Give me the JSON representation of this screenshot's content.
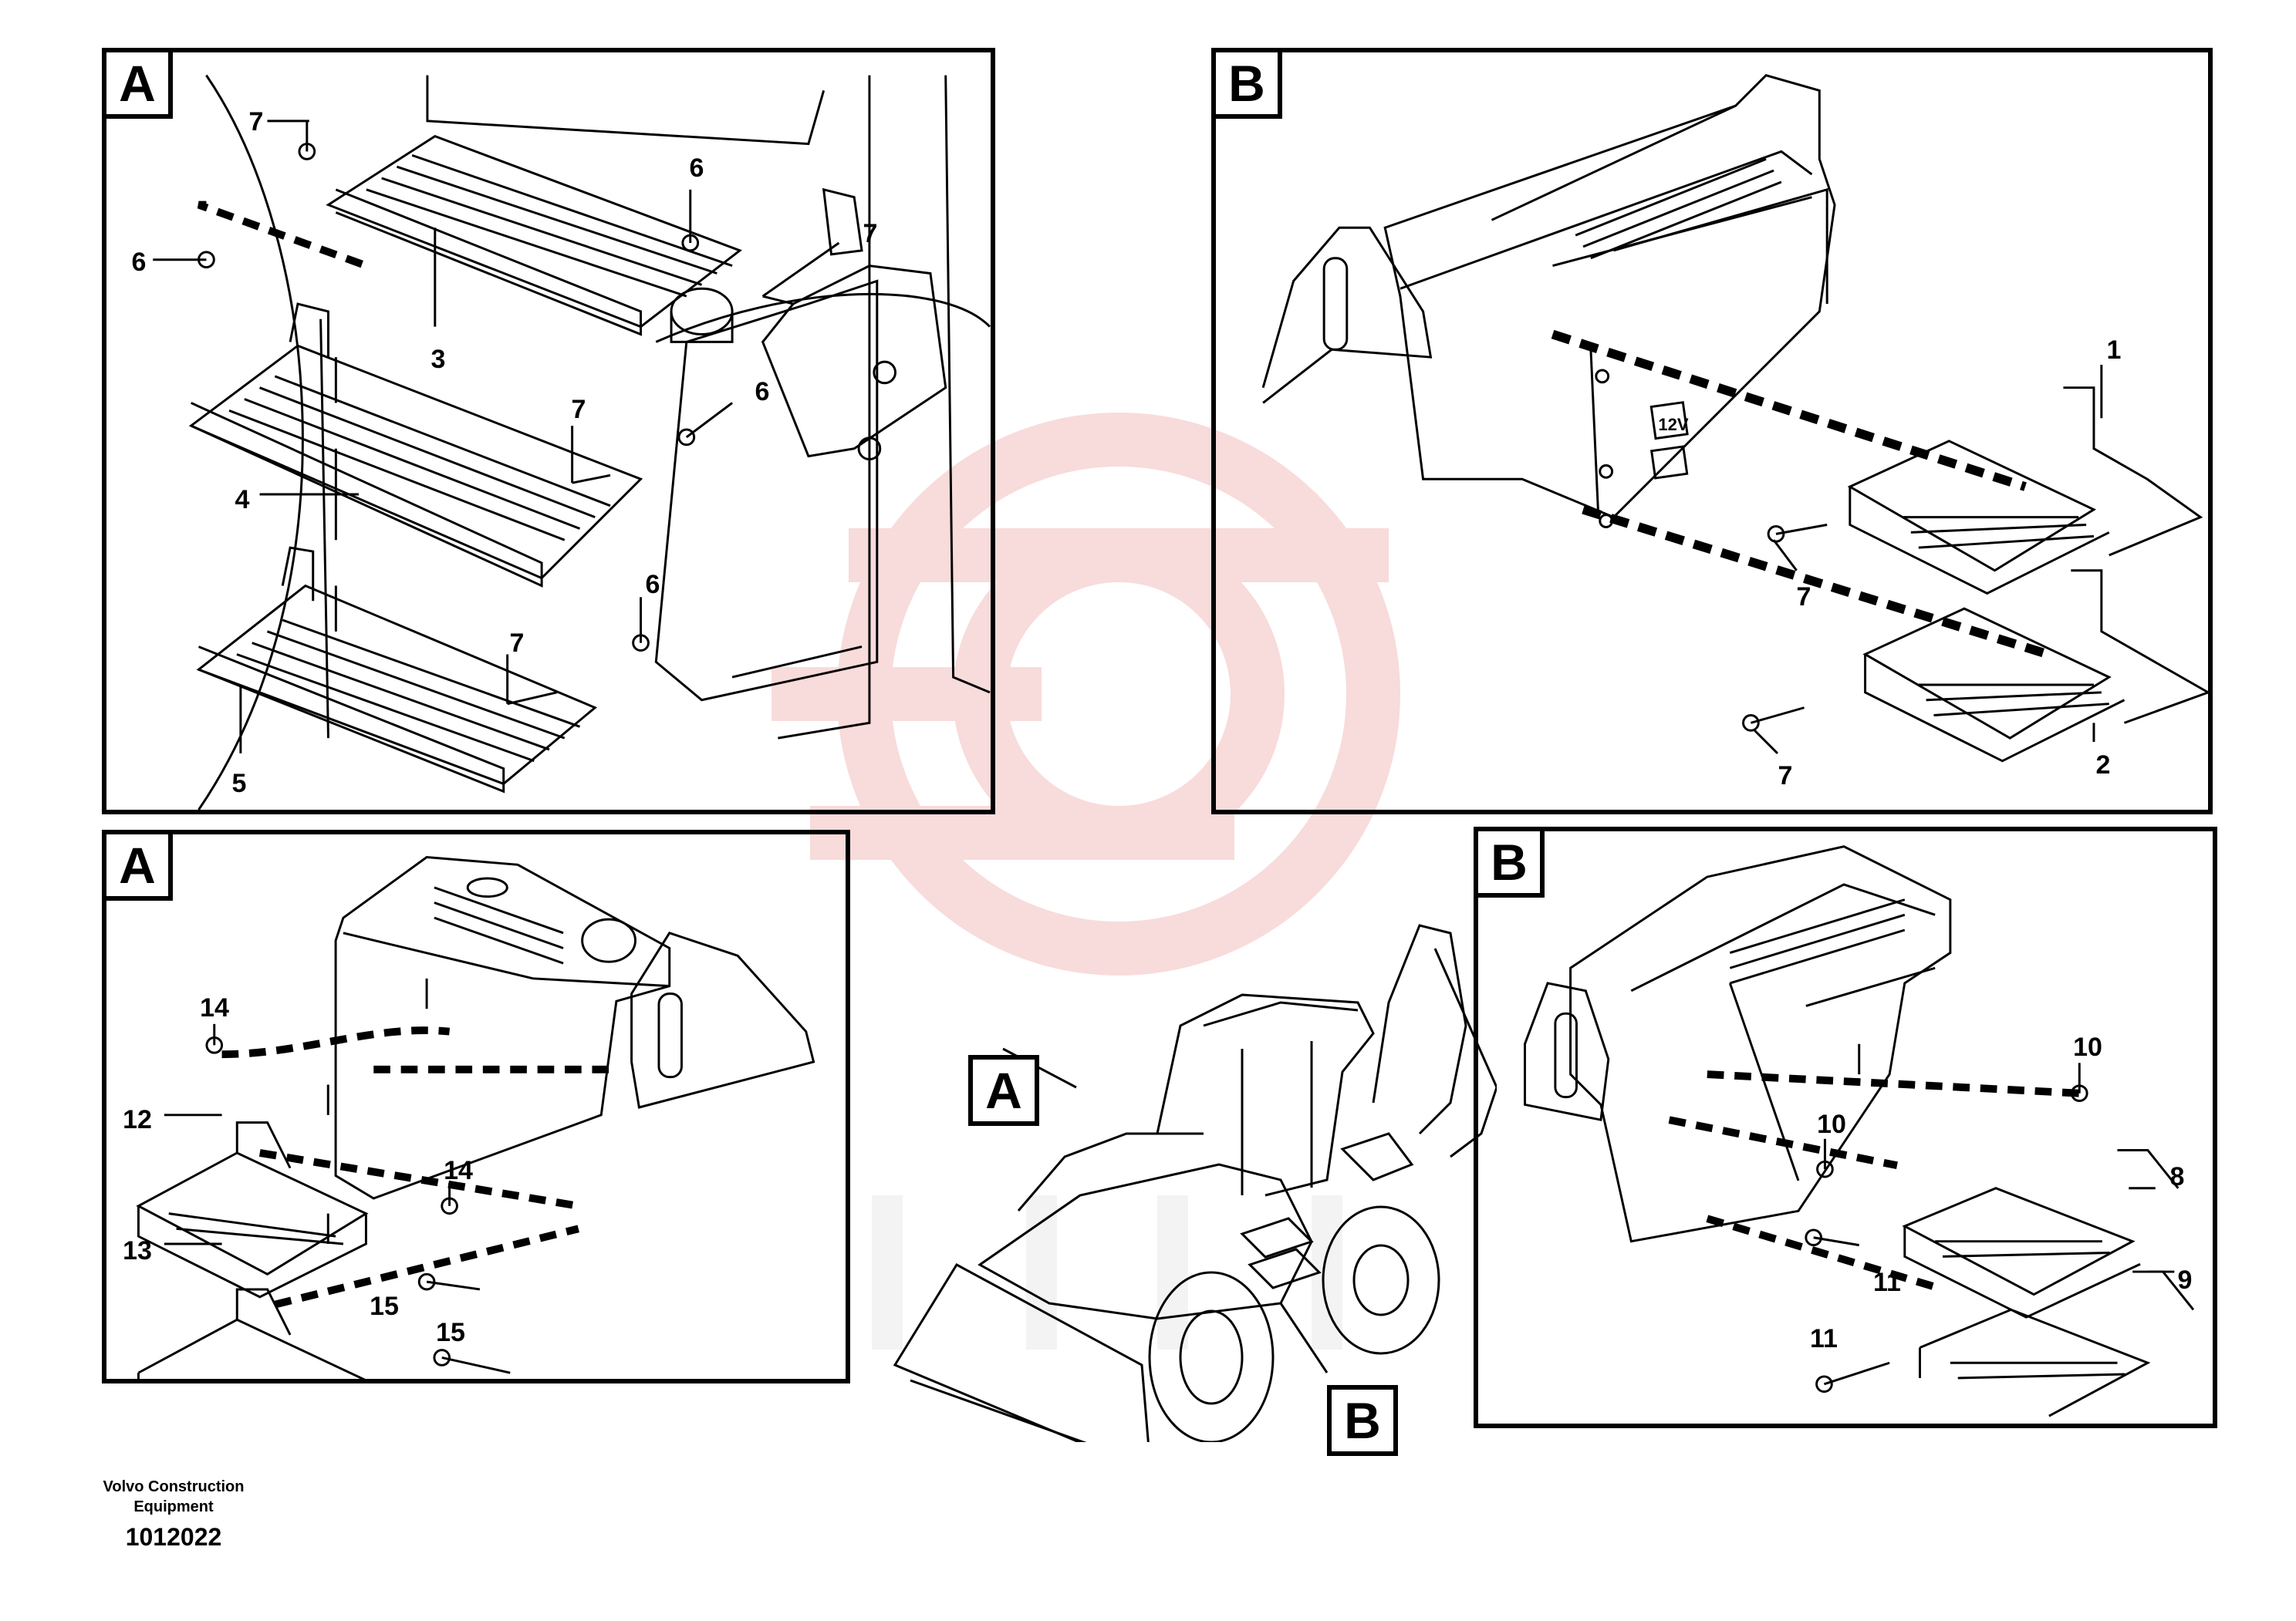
{
  "colors": {
    "line": "#000000",
    "watermark": "#f2b3b3",
    "background": "#ffffff"
  },
  "panels": {
    "a_top": {
      "label": "A",
      "parts": [
        "7",
        "6",
        "6",
        "3",
        "7",
        "6",
        "7",
        "4",
        "6",
        "7",
        "5"
      ]
    },
    "b_top": {
      "label": "B",
      "parts": [
        "1",
        "7",
        "7",
        "2"
      ],
      "battery_mark": "12V"
    },
    "a_bottom": {
      "label": "A",
      "parts": [
        "14",
        "12",
        "14",
        "15",
        "13",
        "15"
      ]
    },
    "b_bottom": {
      "label": "B",
      "parts": [
        "10",
        "10",
        "8",
        "11",
        "9",
        "11"
      ]
    }
  },
  "overview": {
    "callout_a": "A",
    "callout_b": "B"
  },
  "footer": {
    "company": "Volvo Construction Equipment",
    "code": "1012022"
  }
}
